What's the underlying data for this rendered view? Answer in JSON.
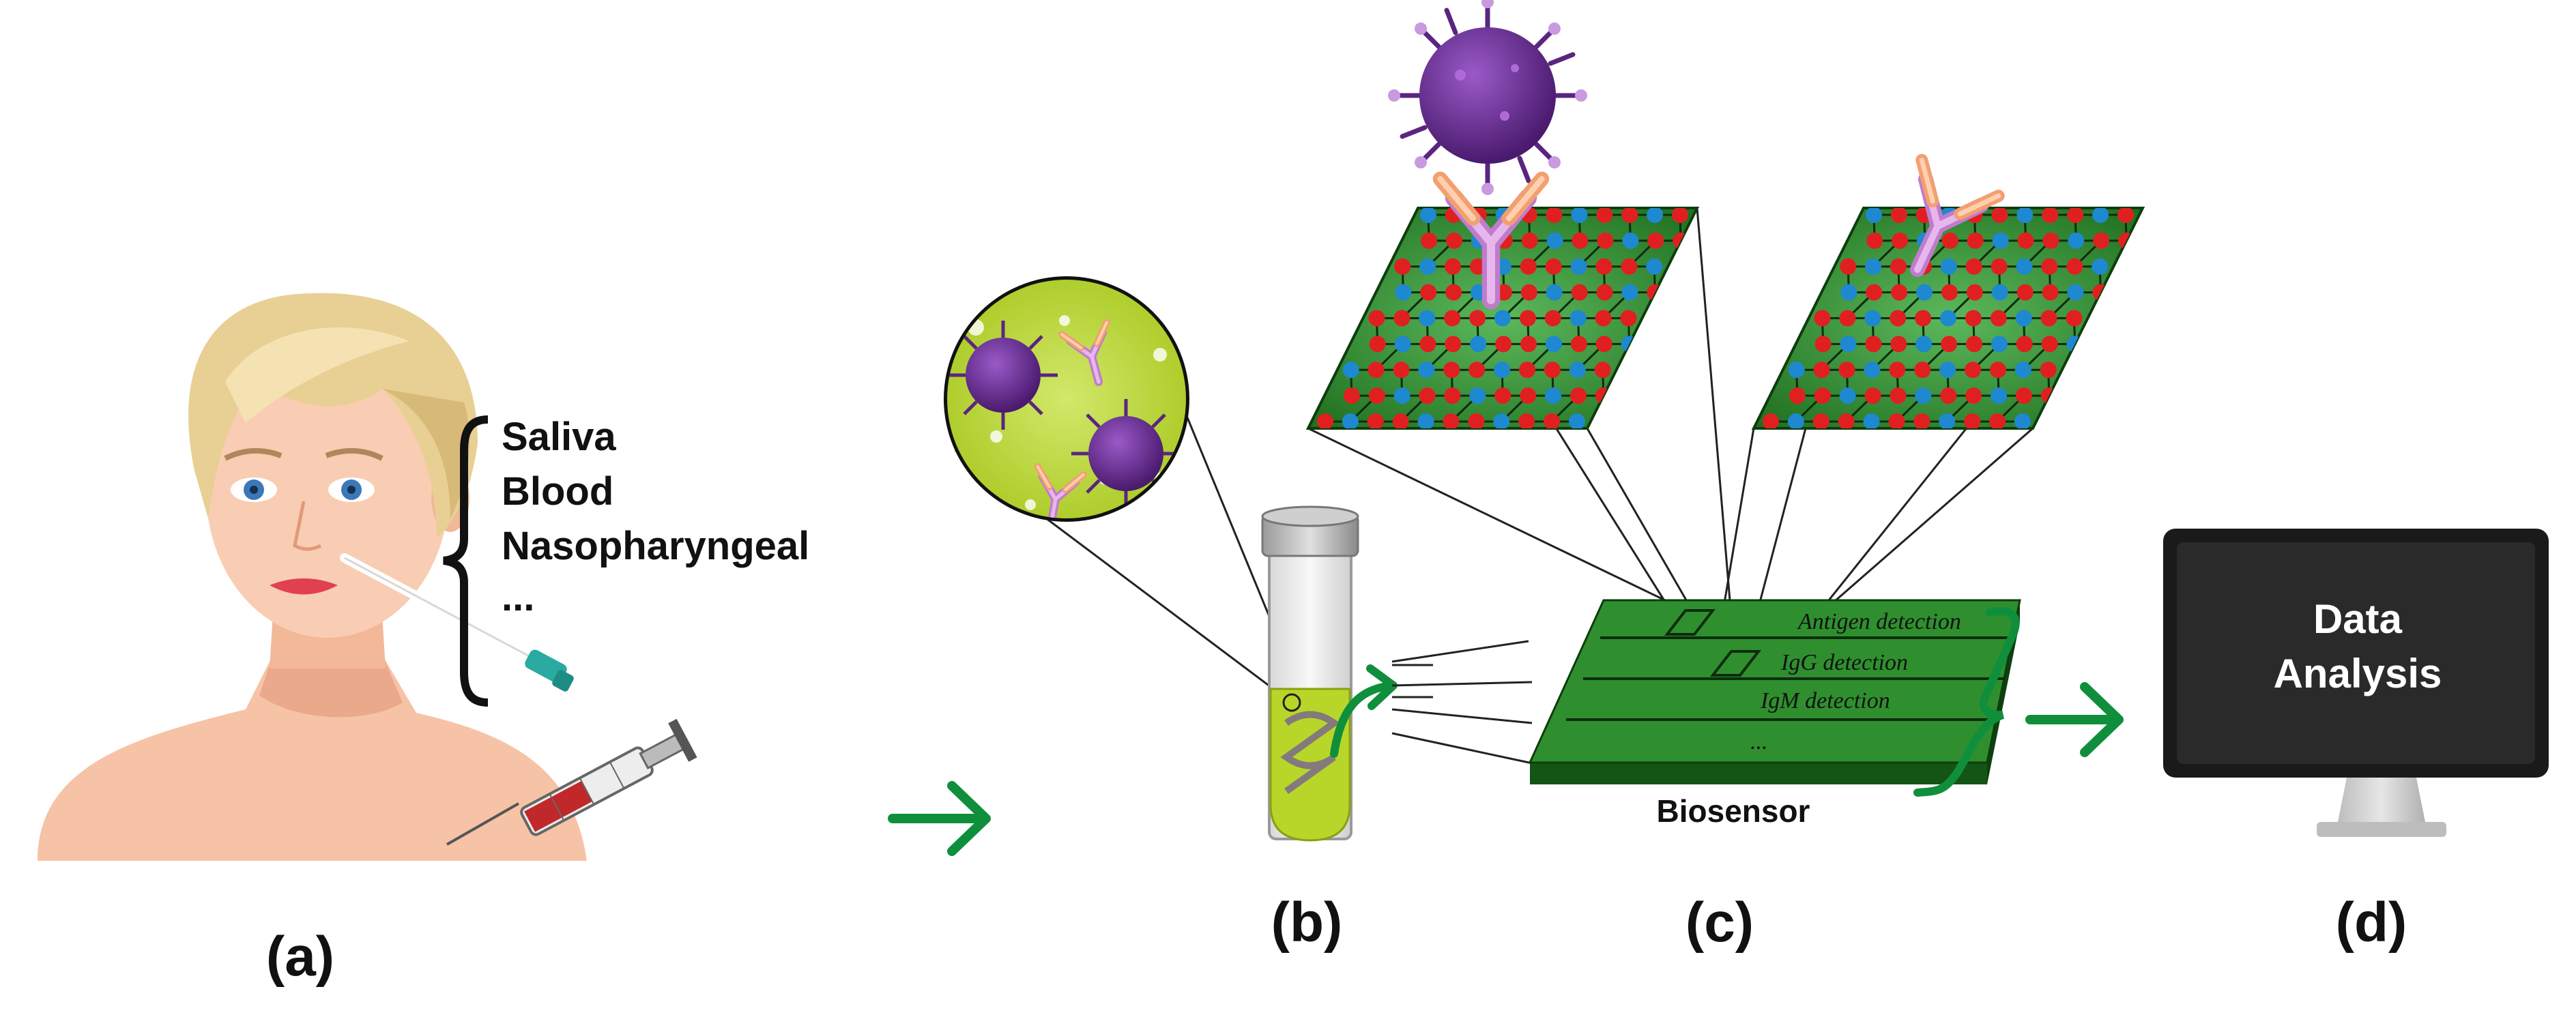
{
  "samples": {
    "items": [
      "Saliva",
      "Blood",
      "Nasopharyngeal",
      "..."
    ]
  },
  "panels": {
    "a": "(a)",
    "b": "(b)",
    "c": "(c)",
    "d": "(d)"
  },
  "biosensor": {
    "label": "Biosensor",
    "channels": [
      "Antigen detection",
      "IgG detection",
      "IgM detection",
      "..."
    ]
  },
  "monitor": {
    "line1": "Data",
    "line2": "Analysis"
  },
  "colors": {
    "arrow_green": "#0f8f3c",
    "sensor_green": "#2f8f2f",
    "sensor_dark": "#145414",
    "virus_purple": "#6a2c8c",
    "antibody_pink": "#d49ad8",
    "solution_lime": "#b8d62a",
    "skin": "#f6c3a6",
    "hair": "#e8cf94",
    "monitor_black": "#222222"
  },
  "icons": [
    "person-icon",
    "swab-icon",
    "syringe-icon",
    "test-tube-icon",
    "virus-icon",
    "antibody-icon",
    "monitor-icon"
  ]
}
